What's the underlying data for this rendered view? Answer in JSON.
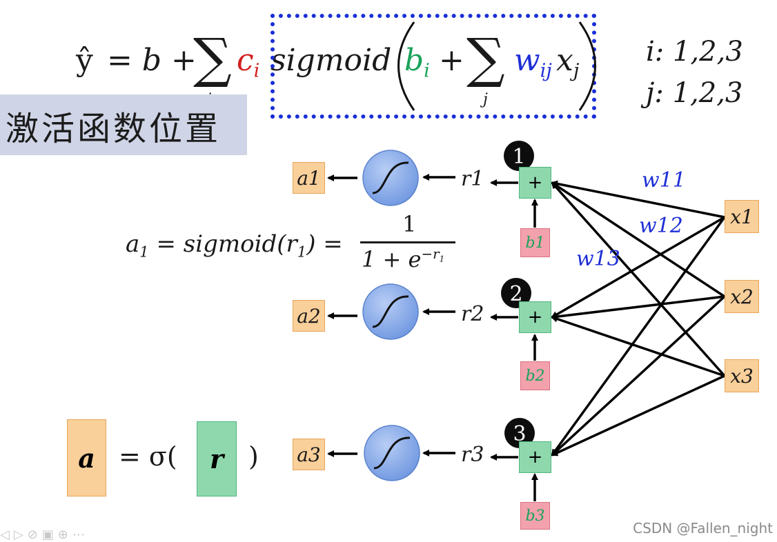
{
  "top_formula": {
    "yhat": "ŷ",
    "equals_b_plus": "= b +",
    "sum": "∑",
    "sum_sub_i": "i",
    "c_i": "c",
    "c_sub": "i",
    "sigmoid": "sigmoid",
    "b_i": "b",
    "b_sub": "i",
    "plus": "+",
    "sum_sub_j": "j",
    "w": "w",
    "w_sub": "ij",
    "x": "x",
    "x_sub": "j"
  },
  "ranges": {
    "i": "i: 1,2,3",
    "j": "j: 1,2,3"
  },
  "title": "激活函数位置",
  "sigmoid_eq": {
    "lhs": "a",
    "lhs_sub": "1",
    "mid": "= sigmoid(r",
    "mid_sub": "1",
    "mid_close": ") =",
    "num": "1",
    "den": "1 + e",
    "den_sup": "−r",
    "den_sup_sub": "1"
  },
  "vector_eq": {
    "a": "a",
    "eq": "= σ(",
    "r": "r",
    "close": ")"
  },
  "nodes": {
    "outputs": [
      "a1",
      "a2",
      "a3"
    ],
    "r_labels": [
      "r1",
      "r2",
      "r3"
    ],
    "sum_badges": [
      "1",
      "2",
      "3"
    ],
    "plus": "+",
    "biases": [
      "b1",
      "b2",
      "b3"
    ],
    "inputs": [
      "x1",
      "x2",
      "x3"
    ],
    "weights": [
      "w11",
      "w12",
      "w13"
    ]
  },
  "watermark": "CSDN @Fallen_night",
  "colors": {
    "red": "#d21f1f",
    "green": "#1aa35a",
    "blue": "#1f2fd6",
    "sigmoid_fill": "#7fa6e8"
  }
}
